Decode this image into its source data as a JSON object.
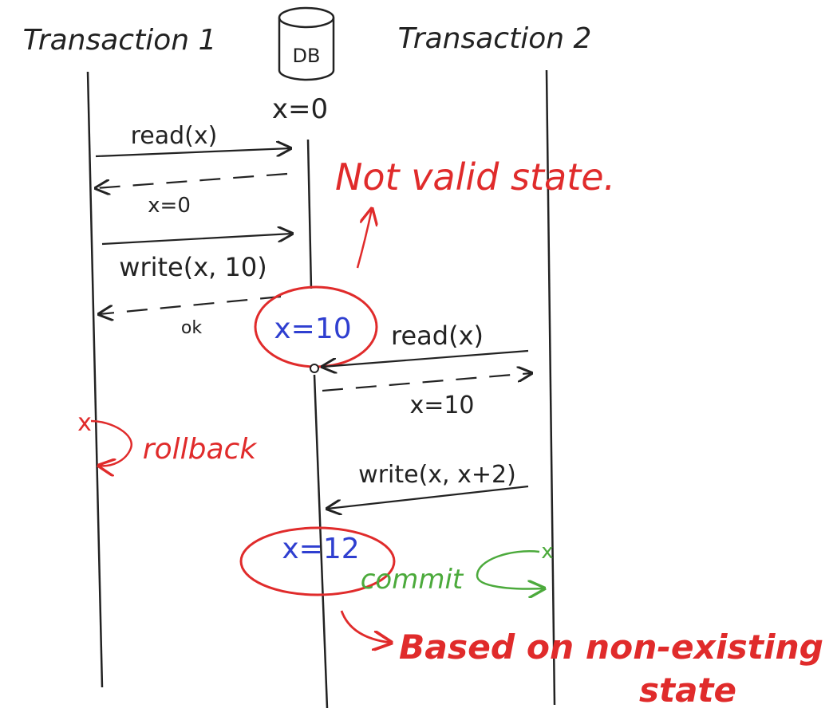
{
  "colors": {
    "ink": "#222222",
    "red": "#e02b2b",
    "blue": "#2f3fd0",
    "green": "#4caa3c"
  },
  "participants": {
    "t1": "Transaction 1",
    "db": "DB",
    "t2": "Transaction 2"
  },
  "db_state": {
    "initial": "x=0",
    "after_t1_write": "x=10",
    "after_t2_write": "x=12"
  },
  "messages": {
    "t1_read": "read(x)",
    "t1_read_reply": "x=0",
    "t1_write": "write(x, 10)",
    "t1_write_reply": "ok",
    "t2_read": "read(x)",
    "t2_read_reply": "x=10",
    "t2_write": "write(x, x+2)"
  },
  "events": {
    "t1_rollback": "rollback",
    "t2_commit": "commit",
    "mark": "x"
  },
  "annotations": {
    "not_valid": "Not valid state.",
    "based_on_line1": "Based on non-existing",
    "based_on_line2": "state"
  }
}
